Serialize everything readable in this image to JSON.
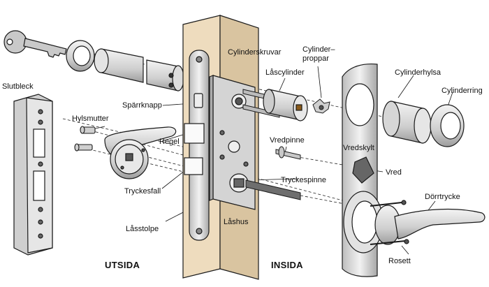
{
  "labels": {
    "slutbleck": "Slutbleck",
    "hylsmutter": "Hylsmutter",
    "sparrknapp": "Spärrknapp",
    "regel": "Regel",
    "tryckesfall": "Tryckesfall",
    "lasstolpe": "Låsstolpe",
    "cylinderskruvar": "Cylinderskruvar",
    "lascylinder": "Låscylinder",
    "cylinderproppar_1": "Cylinder–",
    "cylinderproppar_2": "proppar",
    "cylinderhylsa": "Cylinderhylsa",
    "cylinderring": "Cylinderring",
    "vredpinne": "Vredpinne",
    "vredskylt": "Vredskylt",
    "vred": "Vred",
    "tryckespinne": "Tryckespinne",
    "dorrtrycke": "Dörrtrycke",
    "lashus": "Låshus",
    "rosett": "Rosett",
    "utsida": "UTSIDA",
    "insida": "INSIDA"
  },
  "colors": {
    "metal": "#d9d9d9",
    "metal_dark": "#9a9a9a",
    "wood": "#eedcbe",
    "wood_shadow": "#d9c4a0",
    "outline": "#1a1a1a"
  }
}
